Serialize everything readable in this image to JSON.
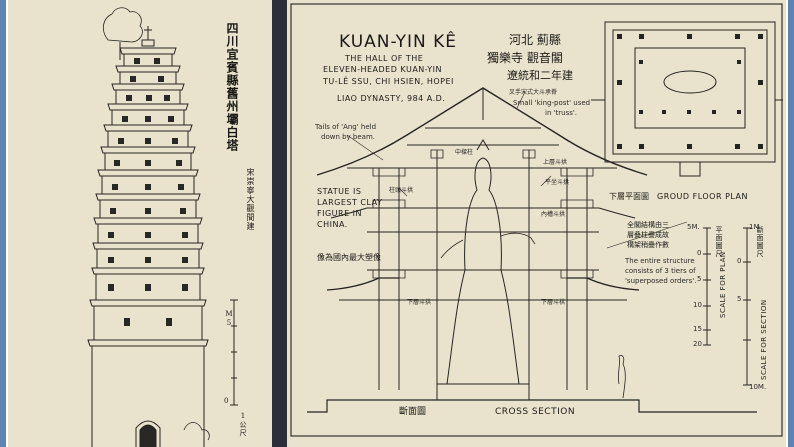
{
  "colors": {
    "paper": "#e9e3cd",
    "ink": "#1b1a16",
    "frame": "#5e84b0",
    "gap": "#2b2f3a"
  },
  "left_panel": {
    "vertical_title": "四川宜賓縣舊州壩白塔",
    "vertical_subtitle": "宋崇寧大觀間建",
    "scale_label": "M5",
    "scale_zero": "0",
    "scale_unit": "1公尺"
  },
  "right_panel": {
    "title_lines": [
      "KUAN-YIN KÊ",
      "THE HALL OF THE",
      "ELEVEN-HEADED KUAN-YIN",
      "TU-LÊ SSU, CHI HSIEN, HOPEI",
      "LIAO DYNASTY, 984 A.D."
    ],
    "chinese_title": [
      "河北 薊縣",
      "獨樂寺 觀音閣",
      "遼統和二年建"
    ],
    "note_kingpost": [
      "叉手宋式大斗承脊",
      "Small 'king-post' used",
      "in 'truss'."
    ],
    "note_ang": [
      "Tails of 'Ang' held",
      "down by beam."
    ],
    "note_statue": [
      "STATUE IS",
      "LARGEST CLAY",
      "FIGURE IN",
      "CHINA."
    ],
    "note_statue_cn": "像為國內最大塑像",
    "note_orders_cn": [
      "全閣結構由三",
      "層叠柱疊成故",
      "構架稍疊作數"
    ],
    "note_orders": [
      "The entire structure",
      "consists of 3 tiers of",
      "'superposed orders'."
    ],
    "plan_caption_cn": "下層平面圖",
    "plan_caption": "GROUD FLOOR PLAN",
    "section_caption_cn": "斷面圖",
    "section_caption": "CROSS SECTION",
    "scale_plan_cn": "平面圖尺",
    "scale_section_cn": "斷面圖尺",
    "scale_plan_label": "SCALE FOR PLAN",
    "scale_section_label": "SCALE FOR SECTION",
    "scale_plan_ticks": [
      "5M.",
      "0",
      "5",
      "10",
      "15",
      "20"
    ],
    "scale_section_ticks": [
      "1M",
      "0",
      "5",
      "10M."
    ],
    "section_tags": [
      "中樑柱",
      "柱頭斗拱",
      "平坐斗拱",
      "上層斗拱",
      "下層斗拱",
      "內槽斗拱",
      "下層斗栱"
    ]
  }
}
